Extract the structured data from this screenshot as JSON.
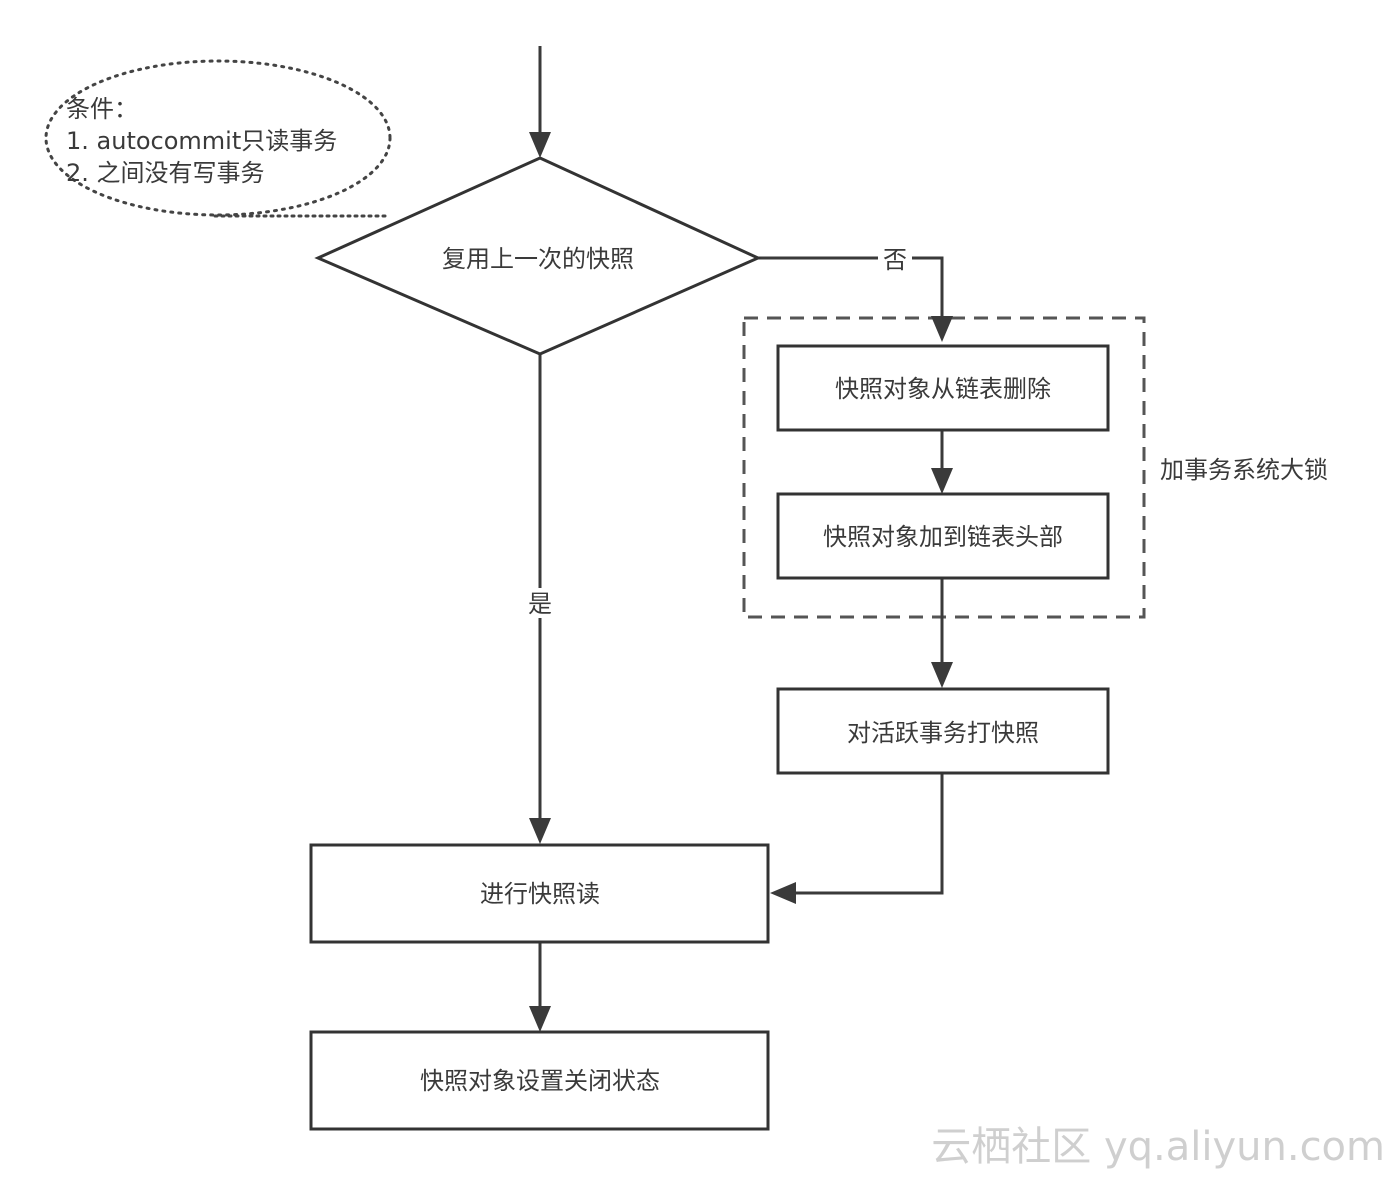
{
  "condition_note": {
    "title": "条件：",
    "line1": "1. autocommit只读事务",
    "line2": "2. 之间没有写事务"
  },
  "nodes": {
    "decision": "复用上一次的快照",
    "remove_from_list": "快照对象从链表删除",
    "add_to_head": "快照对象加到链表头部",
    "snapshot_active": "对活跃事务打快照",
    "snapshot_read": "进行快照读",
    "set_closed": "快照对象设置关闭状态"
  },
  "edge_labels": {
    "no": "否",
    "yes": "是"
  },
  "lock_group_label": "加事务系统大锁",
  "watermark": "云栖社区 yq.aliyun.com"
}
